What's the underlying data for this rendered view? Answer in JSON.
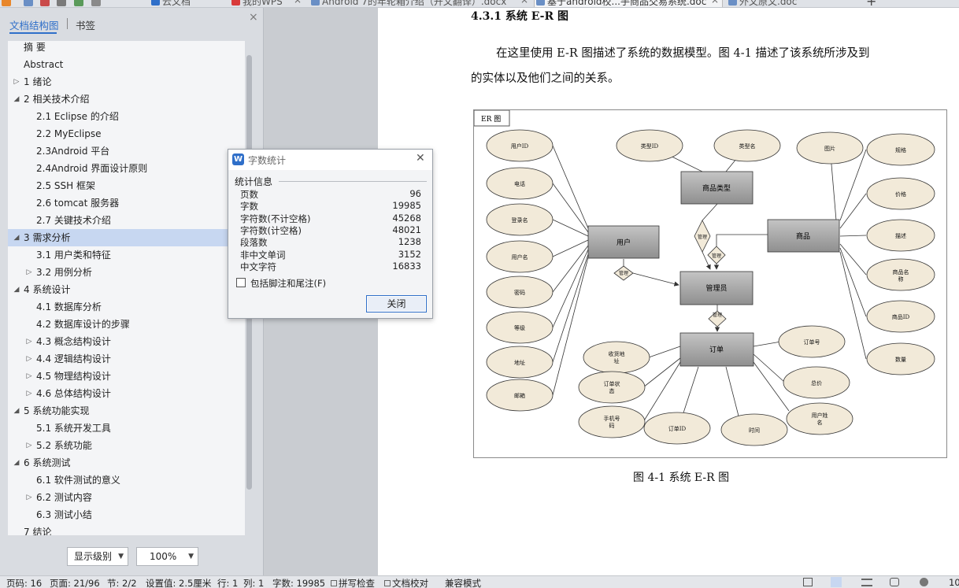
{
  "tabs": [
    {
      "label": "云文档",
      "active": false
    },
    {
      "label": "我的WPS",
      "active": false
    },
    {
      "label": "Android 7的年轮箱介绍（开文翻译）.docx",
      "active": false
    },
    {
      "label": "基于android校...手商品交易系统.doc",
      "active": true
    },
    {
      "label": "外文原文.doc",
      "active": false
    }
  ],
  "nav": {
    "tab_outline": "文档结构图",
    "tab_bookmark": "书签",
    "level_label": "显示级别",
    "zoom_label": "100%",
    "items": [
      {
        "label": "摘    要",
        "indent": 1,
        "arrow": ""
      },
      {
        "label": "Abstract",
        "indent": 1,
        "arrow": ""
      },
      {
        "label": "1  绪论",
        "indent": 1,
        "arrow": "▷"
      },
      {
        "label": "2  相关技术介绍",
        "indent": 1,
        "arrow": "◢"
      },
      {
        "label": "2.1 Eclipse  的介绍",
        "indent": 2,
        "arrow": ""
      },
      {
        "label": "2.2 MyEclipse",
        "indent": 2,
        "arrow": ""
      },
      {
        "label": "2.3Android  平台",
        "indent": 2,
        "arrow": ""
      },
      {
        "label": "2.4Android  界面设计原则",
        "indent": 2,
        "arrow": ""
      },
      {
        "label": "2.5 SSH  框架",
        "indent": 2,
        "arrow": ""
      },
      {
        "label": "2.6 tomcat  服务器",
        "indent": 2,
        "arrow": ""
      },
      {
        "label": "2.7  关键技术介绍",
        "indent": 2,
        "arrow": ""
      },
      {
        "label": "3  需求分析",
        "indent": 1,
        "arrow": "◢",
        "selected": true
      },
      {
        "label": "3.1  用户类和特征",
        "indent": 2,
        "arrow": ""
      },
      {
        "label": "3.2  用例分析",
        "indent": 2,
        "arrow": "▷"
      },
      {
        "label": "4  系统设计",
        "indent": 1,
        "arrow": "◢"
      },
      {
        "label": "4.1  数据库分析",
        "indent": 2,
        "arrow": ""
      },
      {
        "label": "4.2  数据库设计的步骤",
        "indent": 2,
        "arrow": ""
      },
      {
        "label": "4.3  概念结构设计",
        "indent": 2,
        "arrow": "▷"
      },
      {
        "label": "4.4  逻辑结构设计",
        "indent": 2,
        "arrow": "▷"
      },
      {
        "label": "4.5  物理结构设计",
        "indent": 2,
        "arrow": "▷"
      },
      {
        "label": "4.6  总体结构设计",
        "indent": 2,
        "arrow": "▷"
      },
      {
        "label": "5  系统功能实现",
        "indent": 1,
        "arrow": "◢"
      },
      {
        "label": "5.1  系统开发工具",
        "indent": 2,
        "arrow": ""
      },
      {
        "label": "5.2  系统功能",
        "indent": 2,
        "arrow": "▷"
      },
      {
        "label": "6    系统测试",
        "indent": 1,
        "arrow": "◢"
      },
      {
        "label": "6.1  软件测试的意义",
        "indent": 2,
        "arrow": ""
      },
      {
        "label": "6.2  测试内容",
        "indent": 2,
        "arrow": "▷"
      },
      {
        "label": "6.3  测试小结",
        "indent": 2,
        "arrow": ""
      },
      {
        "label": "7    结论",
        "indent": 1,
        "arrow": ""
      }
    ]
  },
  "document": {
    "section_heading": "4.3.1  系统  E-R  图",
    "para_line1": "在这里使用  E-R  图描述了系统的数据模型。图  4-1  描述了该系统所涉及到",
    "para_line2": "的实体以及他们之间的关系。",
    "figure_caption": "图  4-1  系统  E-R  图"
  },
  "er_diagram": {
    "frame_label": "ER 图",
    "entities": {
      "user": "用户",
      "category": "商品类型",
      "product": "商品",
      "admin": "管理员",
      "order": "订单"
    },
    "relations": {
      "rel_category": "管理",
      "rel_product": "管理",
      "rel_user": "管理",
      "rel_order": "管理"
    },
    "attributes": {
      "user_id": "用户ID",
      "phone": "电话",
      "login": "登录名",
      "username": "用户名",
      "password": "密码",
      "level": "等级",
      "address": "地址",
      "email": "邮箱",
      "type_id": "类型ID",
      "type_name": "类型名",
      "picture": "图片",
      "spec": "规格",
      "price": "价格",
      "desc": "描述",
      "prod_name_1": "商品名",
      "prod_name_2": "称",
      "prod_id": "商品ID",
      "qty": "数量",
      "recv_1": "收货地",
      "recv_2": "址",
      "order_no": "订单号",
      "ostatus_1": "订单状",
      "ostatus_2": "态",
      "total": "总价",
      "mobile_1": "手机号",
      "mobile_2": "码",
      "order_id": "订单ID",
      "time": "时间",
      "buyer_1": "用户姓",
      "buyer_2": "名"
    }
  },
  "dialog": {
    "title": "字数统计",
    "section": "统计信息",
    "stats": [
      {
        "label": "页数",
        "value": "96"
      },
      {
        "label": "字数",
        "value": "19985"
      },
      {
        "label": "字符数(不计空格)",
        "value": "45268"
      },
      {
        "label": "字符数(计空格)",
        "value": "48021"
      },
      {
        "label": "段落数",
        "value": "1238"
      },
      {
        "label": "非中文单词",
        "value": "3152"
      },
      {
        "label": "中文字符",
        "value": "16833"
      }
    ],
    "checkbox_label": "包括脚注和尾注(F)",
    "close_button": "关闭"
  },
  "statusbar": {
    "page_code": "页码: 16",
    "page": "页面: 21/96",
    "section": "节: 2/2",
    "setting": "设置值: 2.5厘米",
    "row": "行: 1",
    "col": "列: 1",
    "word_count": "字数: 19985",
    "spell_check": "拼写检查",
    "doc_proof": "文档校对",
    "compat_mode": "兼容模式",
    "zoom_partial": "10"
  },
  "colors": {
    "accent": "#2f6fc9",
    "selection": "#c7d7f1",
    "entity_fill": "#a9a9a9",
    "attribute_fill": "#f2ead9"
  }
}
